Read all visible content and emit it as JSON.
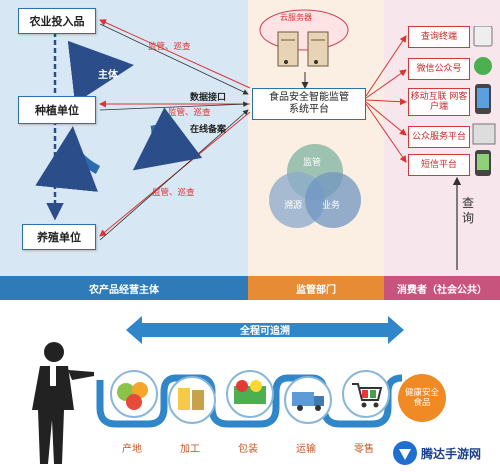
{
  "zones": {
    "left": "农产品经营主体",
    "middle": "监管部门",
    "right": "消费者（社会公共）"
  },
  "nodes": {
    "input": "农业投入品",
    "planting": "种植单位",
    "breeding": "养殖单位",
    "subject": "主体",
    "platform_line1": "食品安全智能监管",
    "platform_line2": "系统平台",
    "cloud": "云服务器"
  },
  "labels": {
    "supervise1": "监管、巡查",
    "supervise2": "监管、巡查",
    "supervise3": "监管、巡查",
    "data_interface": "数据接口",
    "online_record": "在线备案",
    "query": "查询"
  },
  "venn": {
    "top": "监管",
    "left": "溯源",
    "right": "业务"
  },
  "services": [
    "查询终端",
    "微信公众号",
    "移动互联 网客户端",
    "公众服务平台",
    "短信平台"
  ],
  "flow": {
    "banner": "全程可追溯",
    "stages": [
      "产地",
      "加工",
      "包装",
      "运输",
      "零售"
    ],
    "final": "健康安全 食品"
  },
  "watermark": "腾达手游网"
}
